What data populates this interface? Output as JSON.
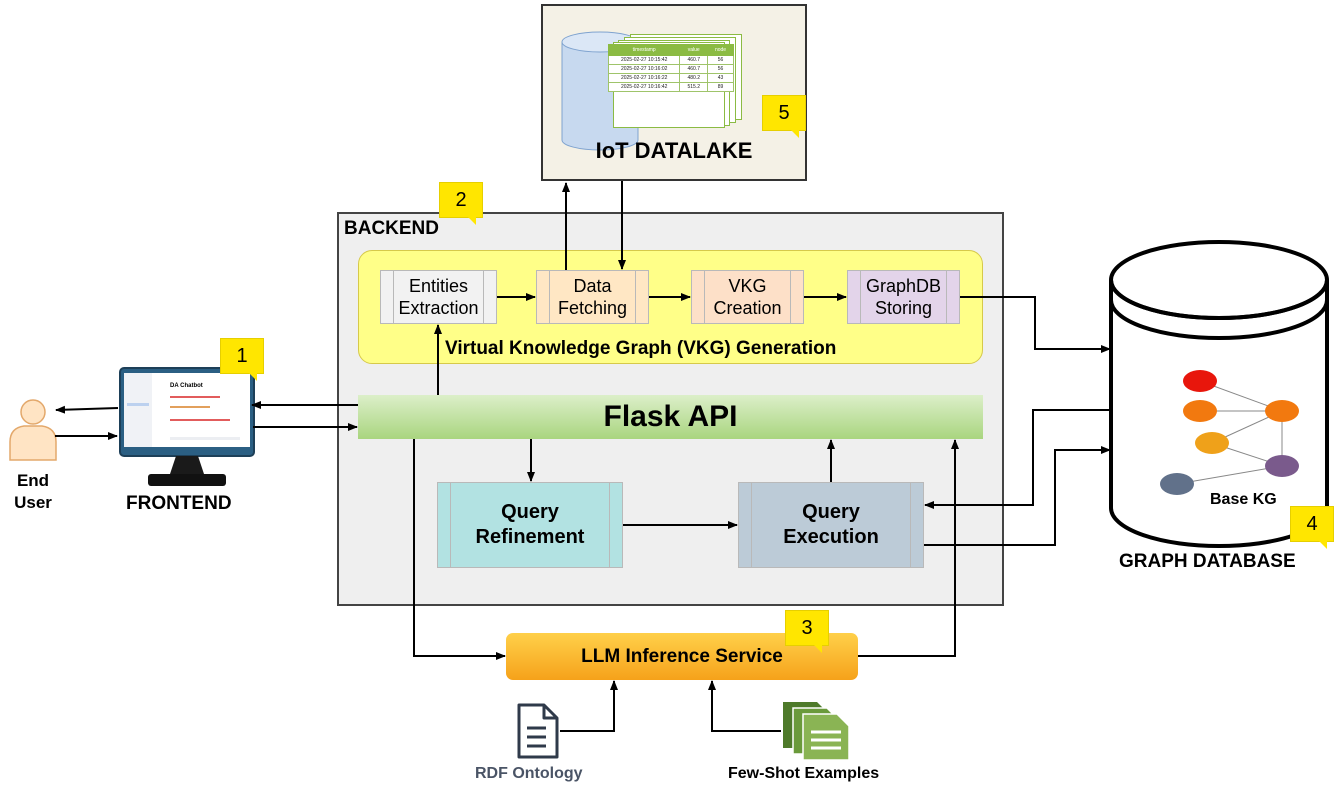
{
  "datalake": {
    "title": "IoT DATALAKE",
    "badge": "5",
    "table": {
      "headers": [
        "timestamp",
        "value",
        "node"
      ],
      "rows": [
        [
          "2025-02-27 10:15:42",
          "460.7",
          "56"
        ],
        [
          "2025-02-27 10:16:02",
          "460.7",
          "56"
        ],
        [
          "2025-02-27 10:16:22",
          "480.2",
          "43"
        ],
        [
          "2025-02-27 10:16:42",
          "515.2",
          "89"
        ]
      ]
    }
  },
  "backend": {
    "title": "BACKEND",
    "badge": "2",
    "vkg": {
      "title": "Virtual Knowledge Graph (VKG) Generation",
      "steps": [
        {
          "line1": "Entities",
          "line2": "Extraction",
          "color": "#f2f2f2"
        },
        {
          "line1": "Data",
          "line2": "Fetching",
          "color": "#ffe7c4"
        },
        {
          "line1": "VKG",
          "line2": "Creation",
          "color": "#fde0c8"
        },
        {
          "line1": "GraphDB",
          "line2": "Storing",
          "color": "#e3d4ea"
        }
      ]
    },
    "flask": "Flask API",
    "query_refinement": {
      "line1": "Query",
      "line2": "Refinement"
    },
    "query_execution": {
      "line1": "Query",
      "line2": "Execution"
    }
  },
  "frontend": {
    "label": "FRONTEND",
    "badge": "1",
    "screen_title": "DA Chatbot"
  },
  "user": {
    "line1": "End",
    "line2": "User"
  },
  "graph_db": {
    "label": "GRAPH DATABASE",
    "badge": "4",
    "kg_label": "Base KG",
    "node_colors": [
      "#e8160c",
      "#f2790f",
      "#f2790f",
      "#efa11a",
      "#7a5a8c",
      "#61718a"
    ]
  },
  "llm": {
    "label": "LLM Inference Service",
    "badge": "3"
  },
  "rdf": {
    "label": "RDF Ontology"
  },
  "fewshot": {
    "label": "Few-Shot Examples"
  }
}
